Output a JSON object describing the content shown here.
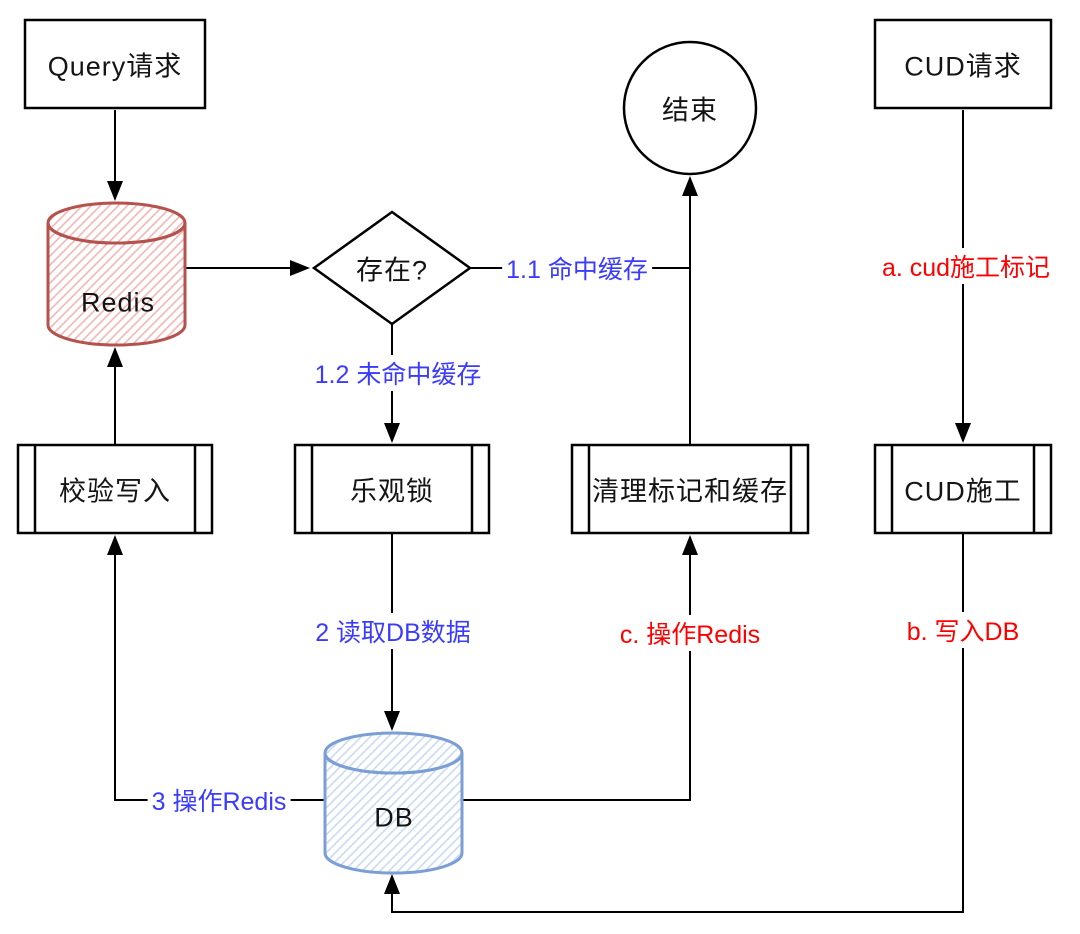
{
  "diagram": {
    "title": "query-cud-cache-flowchart",
    "nodes": {
      "query": {
        "label": "Query请求",
        "shape": "rect"
      },
      "cud": {
        "label": "CUD请求",
        "shape": "rect"
      },
      "end": {
        "label": "结束",
        "shape": "circle"
      },
      "redis": {
        "label": "Redis",
        "shape": "cylinder"
      },
      "exists": {
        "label": "存在?",
        "shape": "diamond"
      },
      "verify": {
        "label": "校验写入",
        "shape": "predefined-process"
      },
      "lock": {
        "label": "乐观锁",
        "shape": "predefined-process"
      },
      "clean": {
        "label": "清理标记和缓存",
        "shape": "predefined-process"
      },
      "cud_work": {
        "label": "CUD施工",
        "shape": "predefined-process"
      },
      "db": {
        "label": "DB",
        "shape": "cylinder"
      }
    },
    "edge_labels": {
      "hit": {
        "text": "1.1 命中缓存",
        "color": "#3b3bff"
      },
      "miss": {
        "text": "1.2 未命中缓存",
        "color": "#3b3bff"
      },
      "read_db": {
        "text": "2 读取DB数据",
        "color": "#3b3bff"
      },
      "op_redis": {
        "text": "3 操作Redis",
        "color": "#3b3bff"
      },
      "cud_mark": {
        "text": "a. cud施工标记",
        "color": "#ff0000"
      },
      "write_db": {
        "text": "b. 写入DB",
        "color": "#ff0000"
      },
      "clean_redis": {
        "text": "c. 操作Redis",
        "color": "#ff0000"
      }
    },
    "colors": {
      "background": "#ffffff",
      "line": "#000000",
      "node_stroke": "#000000",
      "label_blue": "#3b3bff",
      "label_red": "#ff0000",
      "redis_stroke": "#b5524e",
      "redis_hatch": "#f2b7b4",
      "db_stroke": "#7b9fd4",
      "db_hatch": "#c9daf3"
    }
  }
}
